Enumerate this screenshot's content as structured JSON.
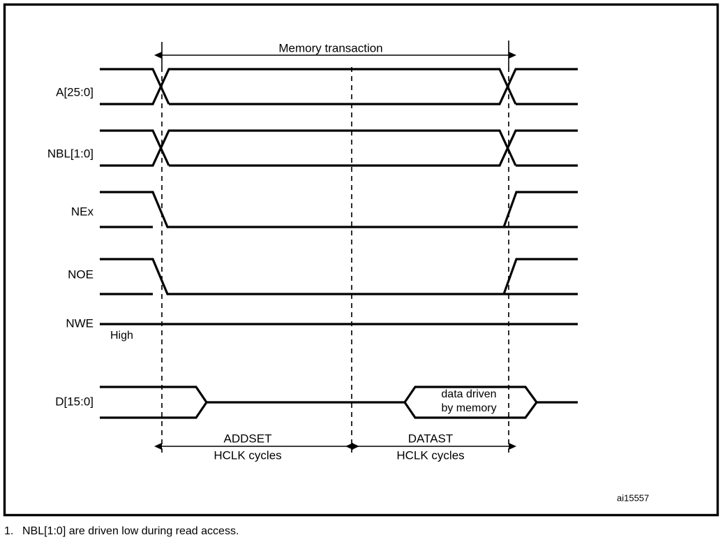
{
  "figure": {
    "id_label": "ai15557",
    "transaction_label": "Memory transaction",
    "signals": [
      {
        "name": "A[25:0]",
        "kind": "bus",
        "label": "A[25:0]"
      },
      {
        "name": "NBL[1:0]",
        "kind": "bus",
        "label": "NBL[1:0]"
      },
      {
        "name": "NEx",
        "kind": "strobe",
        "label": "NEx"
      },
      {
        "name": "NOE",
        "kind": "strobe",
        "label": "NOE"
      },
      {
        "name": "NWE",
        "kind": "static",
        "label": "NWE",
        "state_label": "High"
      },
      {
        "name": "D[15:0]",
        "kind": "data",
        "label": "D[15:0]",
        "payload_line1": "data driven",
        "payload_line2": "by memory"
      }
    ],
    "timing": [
      {
        "name": "ADDSET",
        "label": "ADDSET",
        "unit_label": "HCLK cycles"
      },
      {
        "name": "DATAST",
        "label": "DATAST",
        "unit_label": "HCLK cycles"
      }
    ],
    "footnote": {
      "number": "1.",
      "text": "NBL[1:0] are driven low during read access."
    },
    "colors": {
      "stroke": "#000000",
      "background": "#ffffff",
      "dash": "#2b2b2b"
    }
  }
}
